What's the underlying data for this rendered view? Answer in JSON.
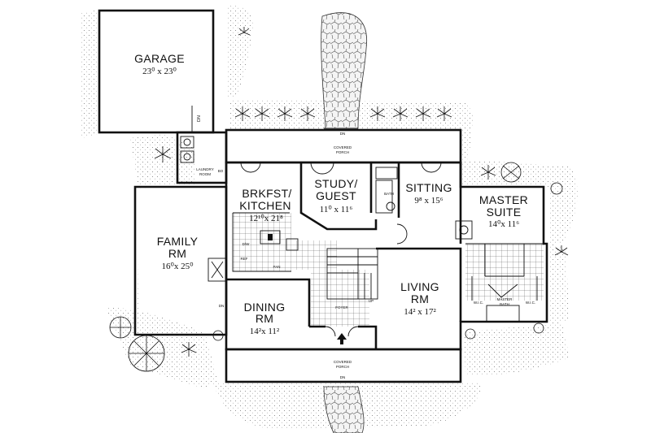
{
  "garage": {
    "name": "GARAGE",
    "dim": "23⁰ x 23⁰"
  },
  "brkfst": {
    "line1": "BRKFST/",
    "line2": "KITCHEN",
    "dim": "12¹⁰x 21⁸"
  },
  "study": {
    "line1": "STUDY/",
    "line2": "GUEST",
    "dim": "11⁰ x 11⁶"
  },
  "sitting": {
    "name": "SITTING",
    "dim": "9⁸ x 15⁶"
  },
  "master": {
    "line1": "MASTER",
    "line2": "SUITE",
    "dim": "14⁰x 11⁶"
  },
  "family": {
    "line1": "FAMILY",
    "line2": "RM",
    "dim": "16⁰x 25⁰"
  },
  "dining": {
    "line1": "DINING",
    "line2": "RM",
    "dim": "14²x 11²"
  },
  "living": {
    "line1": "LIVING",
    "line2": "RM",
    "dim": "14² x 17²"
  },
  "labels": {
    "covered_porch_top_1": "COVERED",
    "covered_porch_top_2": "PORCH",
    "covered_porch_bottom_1": "COVERED",
    "covered_porch_bottom_2": "PORCH",
    "laundry_1": "LAUNDRY",
    "laundry_2": "ROOM",
    "bath": "BATH",
    "foyer": "FOYER",
    "up": "UP",
    "master_bath_1": "MASTER",
    "master_bath_2": "BATH",
    "wic_left": "W.I.C.",
    "wic_right": "W.I.C.",
    "dn_top": "DN",
    "dn_bottom": "DN",
    "dn_family": "DN",
    "dn_garage": "DN",
    "bo": "BO",
    "dw": "D/W",
    "ref": "REF",
    "pan": "PAN"
  }
}
